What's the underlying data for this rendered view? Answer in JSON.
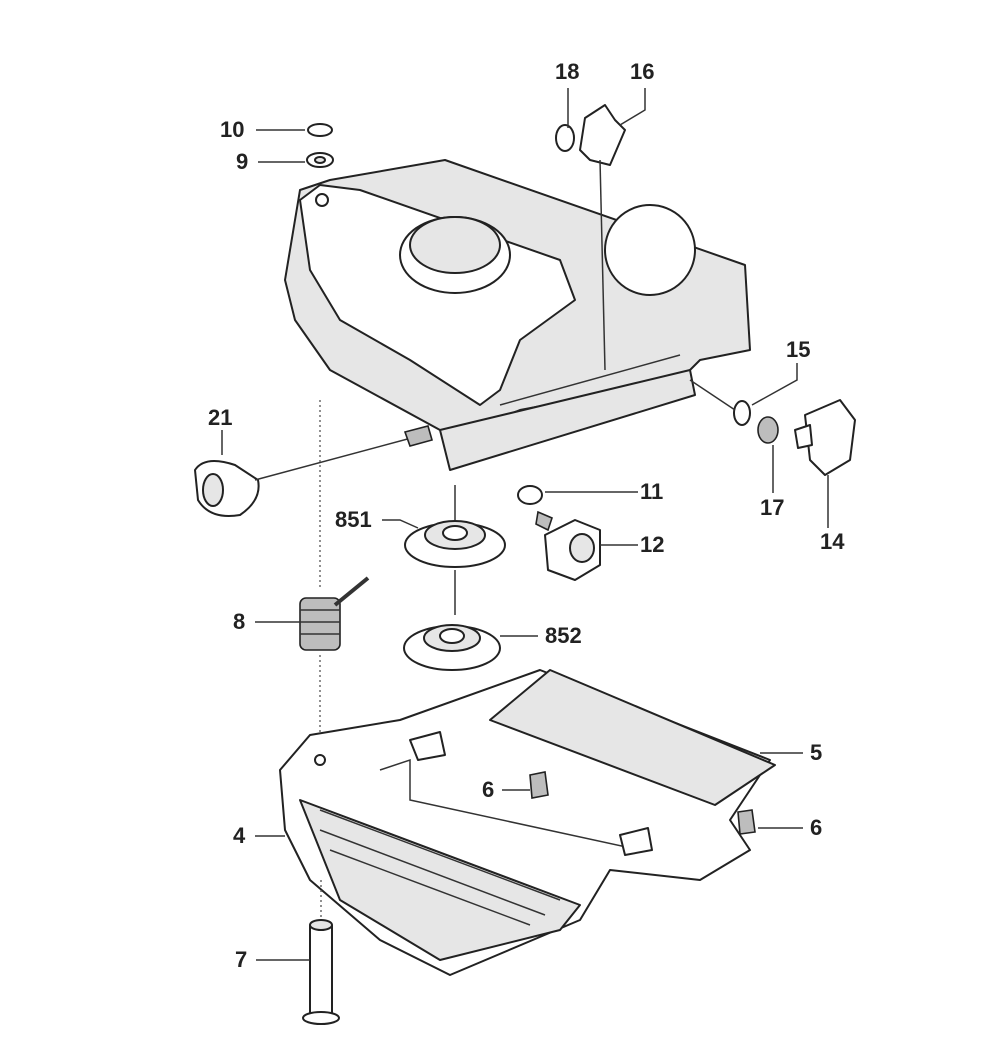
{
  "diagram": {
    "callouts": [
      {
        "id": "c18",
        "text": "18"
      },
      {
        "id": "c16",
        "text": "16"
      },
      {
        "id": "c10",
        "text": "10"
      },
      {
        "id": "c9",
        "text": "9"
      },
      {
        "id": "c15",
        "text": "15"
      },
      {
        "id": "c21",
        "text": "21"
      },
      {
        "id": "c11",
        "text": "11"
      },
      {
        "id": "c851",
        "text": "851"
      },
      {
        "id": "c12",
        "text": "12"
      },
      {
        "id": "c17",
        "text": "17"
      },
      {
        "id": "c14",
        "text": "14"
      },
      {
        "id": "c8",
        "text": "8"
      },
      {
        "id": "c852",
        "text": "852"
      },
      {
        "id": "c5",
        "text": "5"
      },
      {
        "id": "c6a",
        "text": "6"
      },
      {
        "id": "c6b",
        "text": "6"
      },
      {
        "id": "c4",
        "text": "4"
      },
      {
        "id": "c7",
        "text": "7"
      }
    ]
  }
}
